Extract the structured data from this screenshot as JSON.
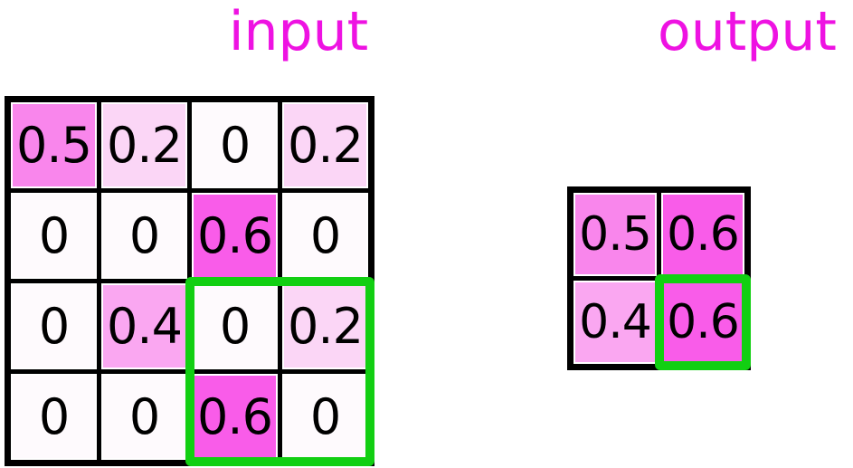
{
  "titles": {
    "input": "input",
    "output": "output"
  },
  "colors": {
    "title": "#ee12e2",
    "highlight": "#12cf12",
    "grid_line": "#000000",
    "text": "#000000",
    "cell_fill_by_value": {
      "v0": "#fefafd",
      "v02": "#fbd6f6",
      "v04": "#faa7f1",
      "v05": "#f986ec",
      "v06": "#f95ce9"
    }
  },
  "grids": {
    "input": {
      "rows": [
        [
          "0.5",
          "0.2",
          "0",
          "0.2"
        ],
        [
          "0",
          "0",
          "0.6",
          "0"
        ],
        [
          "0",
          "0.4",
          "0",
          "0.2"
        ],
        [
          "0",
          "0",
          "0.6",
          "0"
        ]
      ],
      "highlighted_region": "bottom-right 2x2 window (values 0, 0.2, 0.6, 0)"
    },
    "output": {
      "rows": [
        [
          "0.5",
          "0.6"
        ],
        [
          "0.4",
          "0.6"
        ]
      ],
      "highlighted_region": "bottom-right cell (value 0.6)"
    }
  }
}
